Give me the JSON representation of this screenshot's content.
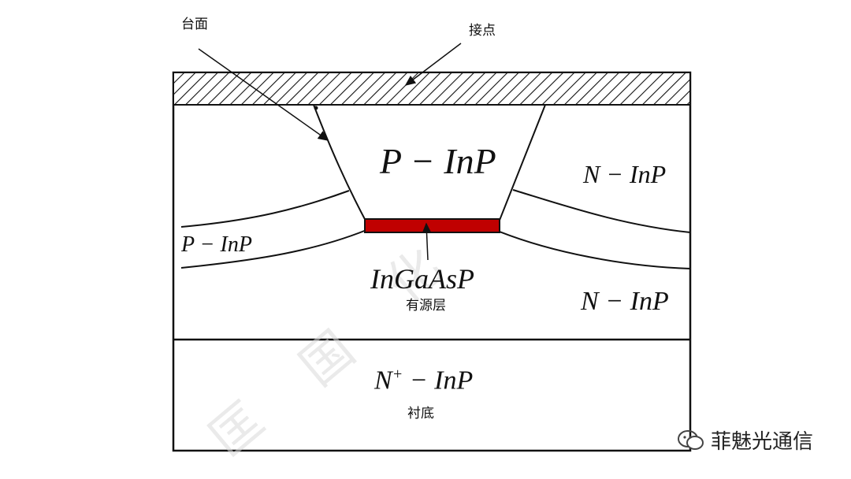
{
  "labels": {
    "mesa": "台面",
    "contact": "接点",
    "p_inp_top": "P − InP",
    "n_inp_right_top": "N − InP",
    "p_inp_left": "P − InP",
    "active_material": "InGaAsP",
    "active_layer": "有源层",
    "n_inp_right_bottom": "N − InP",
    "substrate_material_base": "N",
    "substrate_material_sup": "+",
    "substrate_material_rest": " − InP",
    "substrate": "衬底"
  },
  "watermark": "菲魅光通信",
  "colors": {
    "active_layer_fill": "#c00000",
    "outline": "#111111"
  }
}
